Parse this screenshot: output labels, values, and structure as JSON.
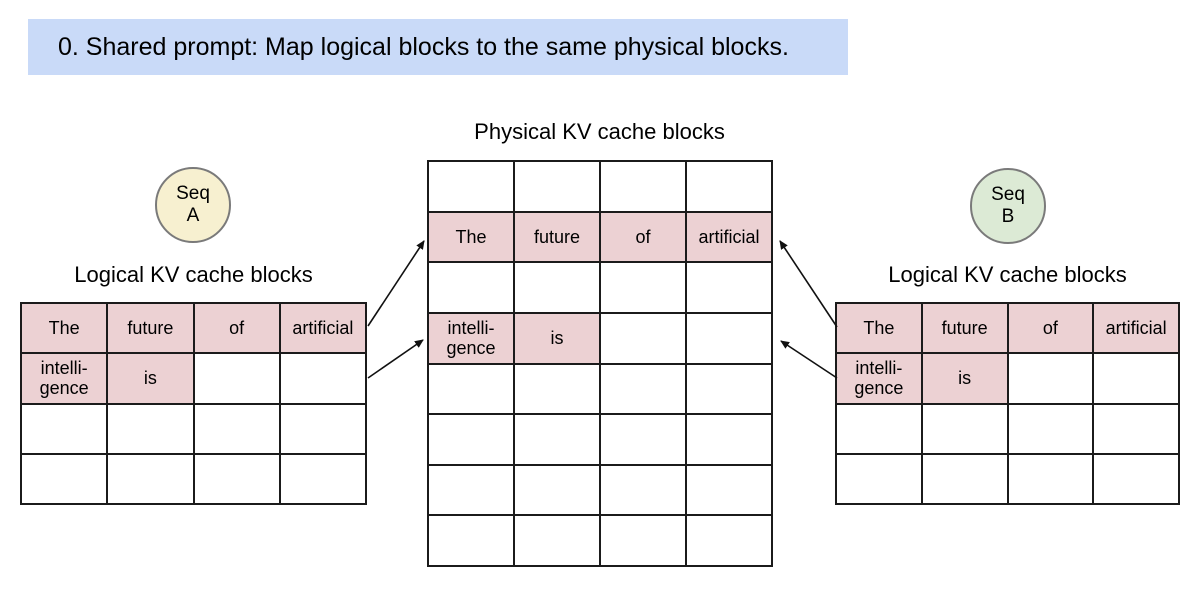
{
  "banner": {
    "text": "0. Shared prompt: Map logical blocks to the same physical blocks."
  },
  "colors": {
    "banner_bg": "#c9daf8",
    "cell_pink": "#ecd1d3",
    "seq_a_bg": "#f7f0d0",
    "seq_b_bg": "#dcead5",
    "line": "#111111"
  },
  "physical": {
    "title": "Physical KV cache blocks",
    "table": {
      "rows": [
        [
          {
            "text": "",
            "filled": false
          },
          {
            "text": "",
            "filled": false
          },
          {
            "text": "",
            "filled": false
          },
          {
            "text": "",
            "filled": false
          }
        ],
        [
          {
            "text": "The",
            "filled": true
          },
          {
            "text": "future",
            "filled": true
          },
          {
            "text": "of",
            "filled": true
          },
          {
            "text": "artificial",
            "filled": true
          }
        ],
        [
          {
            "text": "",
            "filled": false
          },
          {
            "text": "",
            "filled": false
          },
          {
            "text": "",
            "filled": false
          },
          {
            "text": "",
            "filled": false
          }
        ],
        [
          {
            "text": "intelli-\ngence",
            "filled": true
          },
          {
            "text": "is",
            "filled": true
          },
          {
            "text": "",
            "filled": false
          },
          {
            "text": "",
            "filled": false
          }
        ],
        [
          {
            "text": "",
            "filled": false
          },
          {
            "text": "",
            "filled": false
          },
          {
            "text": "",
            "filled": false
          },
          {
            "text": "",
            "filled": false
          }
        ],
        [
          {
            "text": "",
            "filled": false
          },
          {
            "text": "",
            "filled": false
          },
          {
            "text": "",
            "filled": false
          },
          {
            "text": "",
            "filled": false
          }
        ],
        [
          {
            "text": "",
            "filled": false
          },
          {
            "text": "",
            "filled": false
          },
          {
            "text": "",
            "filled": false
          },
          {
            "text": "",
            "filled": false
          }
        ],
        [
          {
            "text": "",
            "filled": false
          },
          {
            "text": "",
            "filled": false
          },
          {
            "text": "",
            "filled": false
          },
          {
            "text": "",
            "filled": false
          }
        ]
      ]
    }
  },
  "seq_a": {
    "line1": "Seq",
    "line2": "A"
  },
  "seq_b": {
    "line1": "Seq",
    "line2": "B"
  },
  "logical_a": {
    "title": "Logical KV cache blocks",
    "table": {
      "rows": [
        [
          {
            "text": "The",
            "filled": true
          },
          {
            "text": "future",
            "filled": true
          },
          {
            "text": "of",
            "filled": true
          },
          {
            "text": "artificial",
            "filled": true
          }
        ],
        [
          {
            "text": "intelli-\ngence",
            "filled": true
          },
          {
            "text": "is",
            "filled": true
          },
          {
            "text": "",
            "filled": false
          },
          {
            "text": "",
            "filled": false
          }
        ],
        [
          {
            "text": "",
            "filled": false
          },
          {
            "text": "",
            "filled": false
          },
          {
            "text": "",
            "filled": false
          },
          {
            "text": "",
            "filled": false
          }
        ],
        [
          {
            "text": "",
            "filled": false
          },
          {
            "text": "",
            "filled": false
          },
          {
            "text": "",
            "filled": false
          },
          {
            "text": "",
            "filled": false
          }
        ]
      ]
    }
  },
  "logical_b": {
    "title": "Logical KV cache blocks",
    "table": {
      "rows": [
        [
          {
            "text": "The",
            "filled": true
          },
          {
            "text": "future",
            "filled": true
          },
          {
            "text": "of",
            "filled": true
          },
          {
            "text": "artificial",
            "filled": true
          }
        ],
        [
          {
            "text": "intelli-\ngence",
            "filled": true
          },
          {
            "text": "is",
            "filled": true
          },
          {
            "text": "",
            "filled": false
          },
          {
            "text": "",
            "filled": false
          }
        ],
        [
          {
            "text": "",
            "filled": false
          },
          {
            "text": "",
            "filled": false
          },
          {
            "text": "",
            "filled": false
          },
          {
            "text": "",
            "filled": false
          }
        ],
        [
          {
            "text": "",
            "filled": false
          },
          {
            "text": "",
            "filled": false
          },
          {
            "text": "",
            "filled": false
          },
          {
            "text": "",
            "filled": false
          }
        ]
      ]
    }
  },
  "arrows": [
    {
      "from": "seq-a-logical-block-0",
      "to": "physical-block-1"
    },
    {
      "from": "seq-a-logical-block-1",
      "to": "physical-block-3"
    },
    {
      "from": "seq-b-logical-block-0",
      "to": "physical-block-1"
    },
    {
      "from": "seq-b-logical-block-1",
      "to": "physical-block-3"
    }
  ]
}
